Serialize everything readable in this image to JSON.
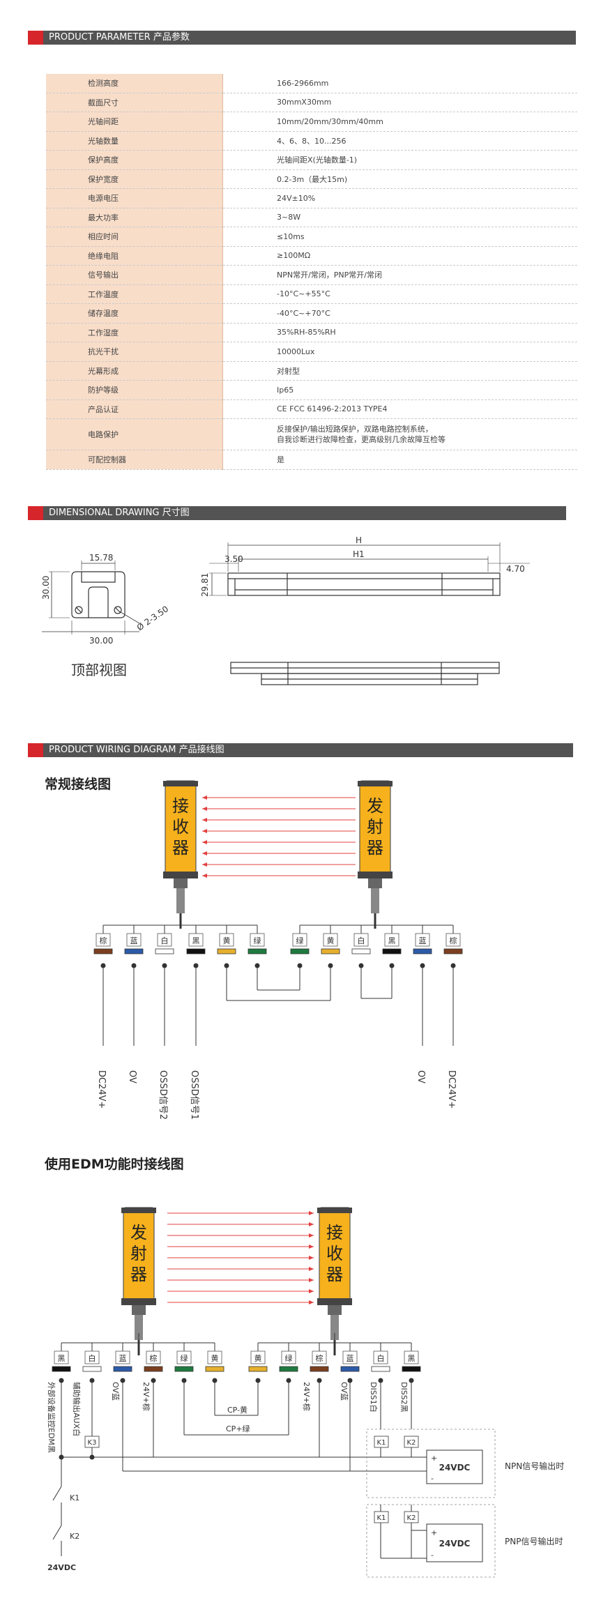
{
  "sections": {
    "param": "PRODUCT PARAMETER  产品参数",
    "dim": "DIMENSIONAL DRAWING  尺寸图",
    "wiring": "PRODUCT WIRING DIAGRAM 产品接线图"
  },
  "params": [
    {
      "k": "检测高度",
      "v": "166-2966mm"
    },
    {
      "k": "截面尺寸",
      "v": "30mmX30mm"
    },
    {
      "k": "光轴间距",
      "v": "10mm/20mm/30mm/40mm"
    },
    {
      "k": "光轴数量",
      "v": "4、6、8、10...256"
    },
    {
      "k": "保护高度",
      "v": "光轴间距X(光轴数量-1)"
    },
    {
      "k": "保护宽度",
      "v": "0.2-3m（最大15m)"
    },
    {
      "k": "电源电压",
      "v": "24V±10%"
    },
    {
      "k": "最大功率",
      "v": "3~8W"
    },
    {
      "k": "相应时间",
      "v": "≤10ms"
    },
    {
      "k": "绝缘电阻",
      "v": "≥100MΩ"
    },
    {
      "k": "信号输出",
      "v": "NPN常开/常闭，PNP常开/常闭"
    },
    {
      "k": "工作温度",
      "v": "-10°C~+55°C"
    },
    {
      "k": "储存温度",
      "v": "-40°C~+70°C"
    },
    {
      "k": "工作湿度",
      "v": "35%RH-85%RH"
    },
    {
      "k": "抗光干扰",
      "v": "10000Lux"
    },
    {
      "k": "光幕形成",
      "v": "对射型"
    },
    {
      "k": "防护等级",
      "v": "Ip65"
    },
    {
      "k": "产品认证",
      "v": " CE  FCC 61496-2:2013 TYPE4"
    },
    {
      "k": "电路保护",
      "v": "反接保护/输出短路保护，双路电路控制系统，",
      "v2": "自我诊断进行故障检查，更高级别几余故障互检等"
    },
    {
      "k": "可配控制器",
      "v": "是"
    }
  ],
  "dim": {
    "w_top": "15.78",
    "h_side": "30.00",
    "w_bottom": "30.00",
    "hole": "Ø 2-3.50",
    "view_label": "顶部视图",
    "H": "H",
    "H1": "H1",
    "left_off": "3.50",
    "right_off": "4.70",
    "height": "29.81"
  },
  "wiring": {
    "title1": "常规接线图",
    "title2": "使用EDM功能时接线图",
    "receiver": [
      "接",
      "收",
      "器"
    ],
    "emitter": [
      "发",
      "射",
      "器"
    ],
    "d1_left_wires": [
      "棕",
      "蓝",
      "白",
      "黑",
      "黄",
      "绿"
    ],
    "d1_right_wires": [
      "绿",
      "黄",
      "白",
      "黑",
      "蓝",
      "棕"
    ],
    "d1_labels": [
      "DC24V+",
      "OV",
      "OSSD信号2",
      "OSSD信号1",
      "OV",
      "DC24V+"
    ],
    "d2_left_wires": [
      "黑",
      "白",
      "蓝",
      "棕",
      "绿",
      "黄"
    ],
    "d2_right_wires": [
      "黄",
      "绿",
      "棕",
      "蓝",
      "白",
      "黑"
    ],
    "d2_labels": {
      "edm": "外部设备监控EDM黑",
      "aux": "辅助输出AUX白",
      "ov_blue": "OV蓝",
      "v24_brown": "24V+棕",
      "v24_brown_r": "24V+棕",
      "ov_blue_r": "OV蓝",
      "diss1": "DISS1白",
      "diss2": "DISS2黑",
      "cp_yellow": "CP-黄",
      "cp_green": "CP+绿",
      "k1": "K1",
      "k2": "K2",
      "k3": "K3",
      "vdc": "24VDC",
      "plus": "+",
      "minus": "-",
      "npn": "NPN信号输出时",
      "pnp": "PNP信号输出时"
    }
  },
  "colors": {
    "accent_red": "#d6262b",
    "bar_gray": "#535353",
    "param_key_bg": "#f8ddc9",
    "sensor_yellow": "#f6b11c",
    "beam_red": "#e2403f",
    "wire_brown": "#7b3f1f",
    "wire_blue": "#2c5aa8",
    "wire_white": "#ffffff",
    "wire_black": "#111111",
    "wire_yellow": "#e5b02e",
    "wire_green": "#1f7a3f"
  }
}
